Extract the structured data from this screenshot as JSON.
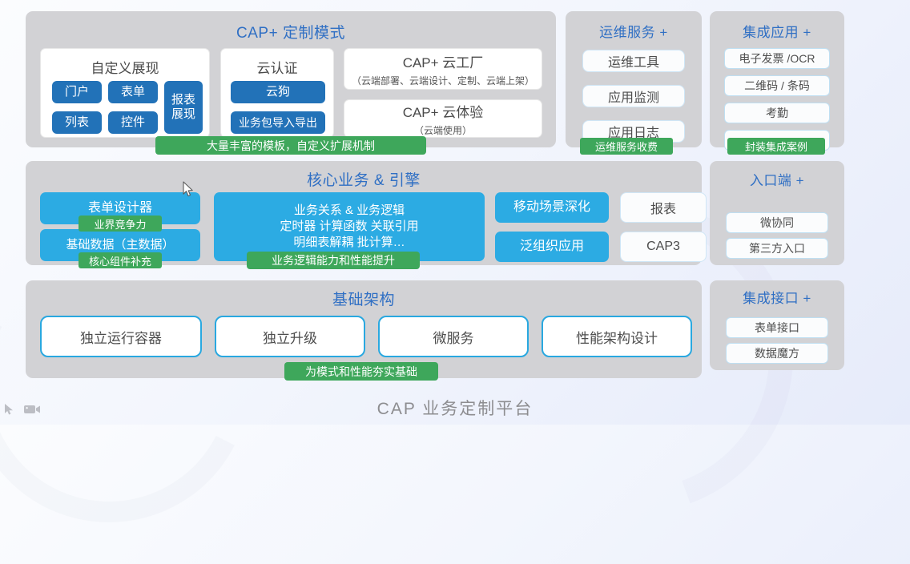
{
  "page": {
    "footer_title": "CAP 业务定制平台",
    "background_color": "#f2f5fc",
    "panel_color": "#d2d2d5",
    "title_color": "#2f6fc4",
    "accent_blue": "#2272b8",
    "accent_cyan": "#2cabe3",
    "accent_green": "#3ea75b"
  },
  "rows": {
    "row1": {
      "title": "CAP+ 定制模式",
      "badge": "大量丰富的模板，自定义扩展机制",
      "cards": [
        {
          "title": "自定义展现",
          "chips": [
            "门户",
            "表单",
            "报表\n展现",
            "列表",
            "控件"
          ]
        },
        {
          "title": "云认证",
          "chips": [
            "云狗",
            "业务包导入导出"
          ]
        }
      ],
      "cloud_cards": [
        {
          "title": "CAP+ 云工厂",
          "subtitle": "（云端部署、云端设计、定制、云端上架）"
        },
        {
          "title": "CAP+ 云体验",
          "subtitle": "（云端使用）"
        }
      ]
    },
    "ops": {
      "title": "运维服务 +",
      "items": [
        "运维工具",
        "应用监测",
        "应用日志"
      ],
      "badge": "运维服务收费"
    },
    "integration_apps": {
      "title": "集成应用 +",
      "items": [
        "电子发票 /OCR",
        "二维码 / 条码",
        "考勤",
        "..."
      ],
      "badge": "封装集成案例"
    },
    "row2": {
      "title": "核心业务 & 引擎",
      "left_chips": [
        {
          "label": "表单设计器",
          "badge": "业界竞争力"
        },
        {
          "label": "基础数据（主数据）",
          "badge": "核心组件补充"
        }
      ],
      "center_chip": {
        "line1": "业务关系 & 业务逻辑",
        "line2": "定时器 计算函数 关联引用",
        "line3": "明细表解耦 批计算…",
        "badge": "业务逻辑能力和性能提升"
      },
      "right_chips": [
        "移动场景深化",
        "泛组织应用"
      ],
      "right_pills": [
        "报表",
        "CAP3"
      ]
    },
    "entry": {
      "title": "入口端 +",
      "items": [
        "微协同",
        "第三方入口"
      ]
    },
    "row3": {
      "title": "基础架构",
      "items": [
        "独立运行容器",
        "独立升级",
        "微服务",
        "性能架构设计"
      ],
      "badge": "为模式和性能夯实基础"
    },
    "integration_api": {
      "title": "集成接口 +",
      "items": [
        "表单接口",
        "数据魔方"
      ]
    }
  },
  "icons": {
    "pointer": "pointer-icon",
    "video": "video-camera-icon",
    "cursor": "mouse-cursor"
  }
}
